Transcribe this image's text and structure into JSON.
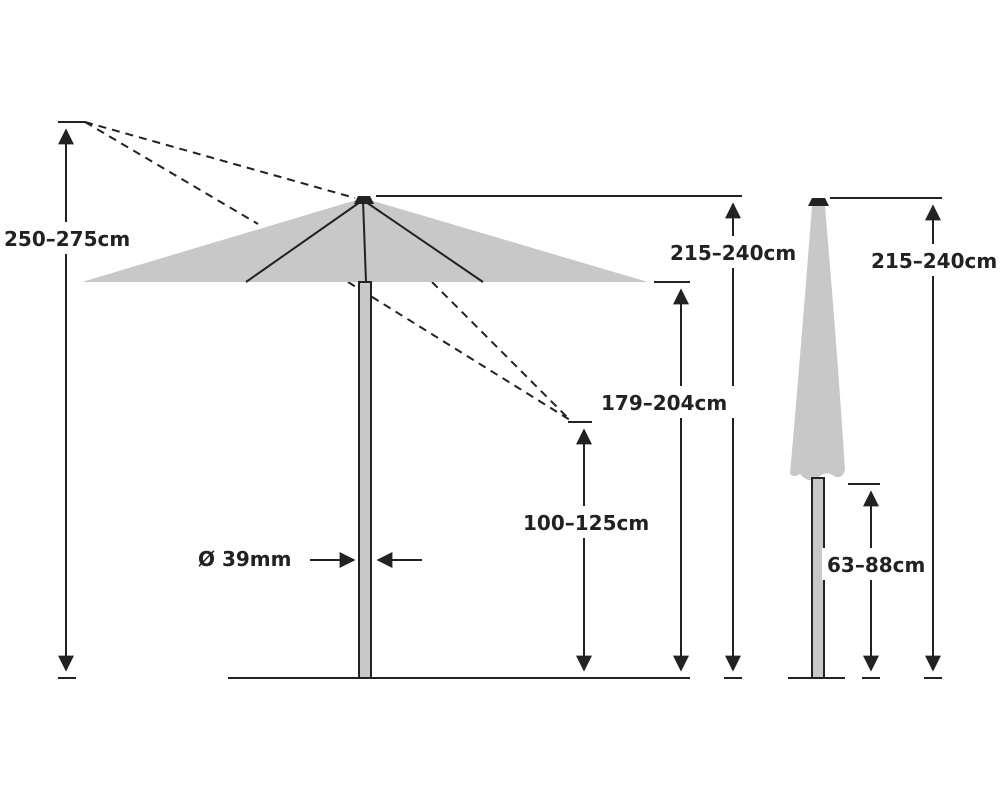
{
  "colors": {
    "ink": "#222222",
    "canopy": "#c8c8c8",
    "background": "#ffffff"
  },
  "open_umbrella": {
    "max_tilt_height": "250–275cm",
    "top_height": "215–240cm",
    "canopy_edge_height": "179–204cm",
    "tilted_edge_height": "100–125cm",
    "pole_diameter": "Ø 39mm"
  },
  "closed_umbrella": {
    "top_height": "215–240cm",
    "canopy_bottom_height": "63–88cm"
  }
}
